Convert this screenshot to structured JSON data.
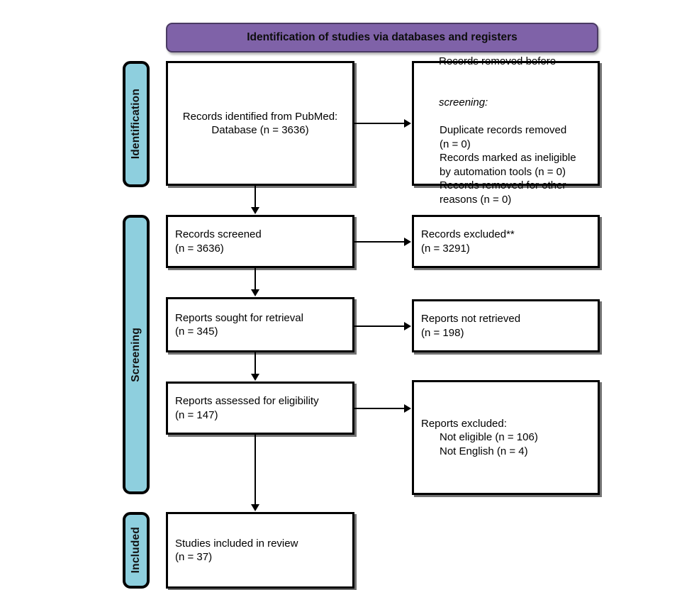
{
  "diagram": {
    "type": "PRISMA flow diagram",
    "banner": {
      "label": "Identification of studies via databases and registers",
      "color": "#7F62A8"
    },
    "stages": [
      {
        "key": "identification",
        "label": "Identification",
        "color": "#8ECFDE"
      },
      {
        "key": "screening",
        "label": "Screening",
        "color": "#8ECFDE"
      },
      {
        "key": "included",
        "label": "Included",
        "color": "#8ECFDE"
      }
    ],
    "boxes": {
      "records_identified": {
        "lines": [
          "Records identified from PubMed:",
          "Database (n = 3636)"
        ]
      },
      "records_removed": {
        "lines": [
          "Records removed before",
          "screening:",
          "Duplicate records removed",
          "(n = 0)",
          "Records marked as ineligible",
          "by automation tools (n = 0)",
          "Records removed for other",
          "reasons (n = 0)"
        ]
      },
      "records_screened": {
        "lines": [
          "Records screened",
          "(n = 3636)"
        ]
      },
      "records_excluded": {
        "lines": [
          "Records excluded**",
          "(n = 3291)"
        ]
      },
      "reports_sought": {
        "lines": [
          "Reports sought for retrieval",
          "(n = 345)"
        ]
      },
      "reports_not_retrieved": {
        "lines": [
          "Reports not retrieved",
          "(n = 198)"
        ]
      },
      "reports_assessed": {
        "lines": [
          "Reports assessed for eligibility",
          "(n = 147)"
        ]
      },
      "reports_excluded": {
        "lines": [
          "Reports excluded:",
          "Not eligible (n = 106)",
          "Not English (n = 4)"
        ]
      },
      "studies_included": {
        "lines": [
          "Studies included in review",
          "(n = 37)"
        ]
      }
    },
    "counts": {
      "records_identified": 3636,
      "duplicate_records_removed": 0,
      "marked_ineligible_automation": 0,
      "removed_other_reasons": 0,
      "records_screened": 3636,
      "records_excluded": 3291,
      "reports_sought": 345,
      "reports_not_retrieved": 198,
      "reports_assessed": 147,
      "reports_excluded_not_eligible": 106,
      "reports_excluded_not_english": 4,
      "studies_included": 37
    }
  }
}
